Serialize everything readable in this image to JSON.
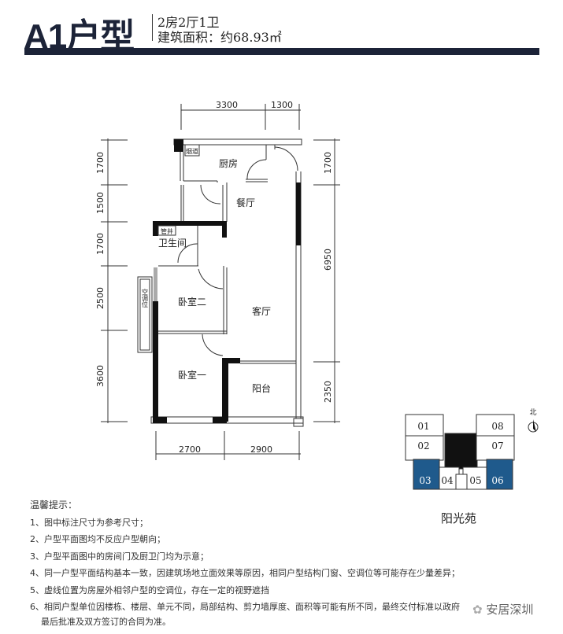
{
  "header": {
    "title": "A1户型",
    "layout": "2房2厅1卫",
    "area": "建筑面积：约68.93㎡"
  },
  "plan": {
    "dims_top": [
      "3300",
      "1300"
    ],
    "dims_left": [
      "1700",
      "1500",
      "1700",
      "2500",
      "3600"
    ],
    "dims_right": [
      "1700",
      "6950",
      "2350"
    ],
    "dims_bottom": [
      "2700",
      "2900"
    ],
    "rooms": {
      "flue": "烟道",
      "kitchen": "厨房",
      "dining": "餐厅",
      "shaft": "管井",
      "bath": "卫生间",
      "ac": "空调位",
      "bed2": "卧室二",
      "living": "客厅",
      "bed1": "卧室一",
      "balcony": "阳台"
    }
  },
  "site": {
    "north": "北",
    "name": "阳光苑",
    "units": [
      "01",
      "02",
      "03",
      "04",
      "05",
      "06",
      "07",
      "08"
    ],
    "highlight_color": "#1f5a8c"
  },
  "notes": {
    "title": "温馨提示：",
    "items": [
      "1、图中标注尺寸为参考尺寸；",
      "2、户型平面图均不反应户型朝向；",
      "3、户型平面图中的房间门及厨卫门均为示意；",
      "4、同一户型平面结构基本一致，因建筑场地立面效果等原因，相同户型结构门窗、空调位等可能存在少量差异；",
      "5、虚线位置为房屋外相邻户型的空调位，存在一定的视野遮挡",
      "6、相同户型单位因楼栋、楼层、单元不同，局部结构、剪力墙厚度、面积等可能有所不同，最终交付标准以政府",
      "最后批准及双方签订的合同为准。"
    ]
  },
  "brand": "安居深圳"
}
